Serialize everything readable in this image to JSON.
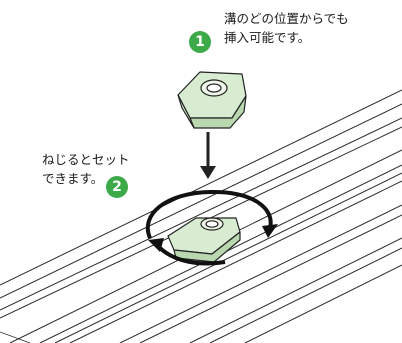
{
  "steps": [
    {
      "number": "1",
      "line1": "溝のどの位置からでも",
      "line2": "挿入可能です。"
    },
    {
      "number": "2",
      "line1": "ねじるとセット",
      "line2": "できます。"
    }
  ],
  "colors": {
    "badge": "#3daa4a",
    "part_fill": "#d8ecd2",
    "part_shade": "#b9d8b0",
    "outline": "#222222"
  },
  "icons": {
    "down_arrow": "arrow-down-icon",
    "rotation": "rotate-clockwise-arrow-icon"
  }
}
